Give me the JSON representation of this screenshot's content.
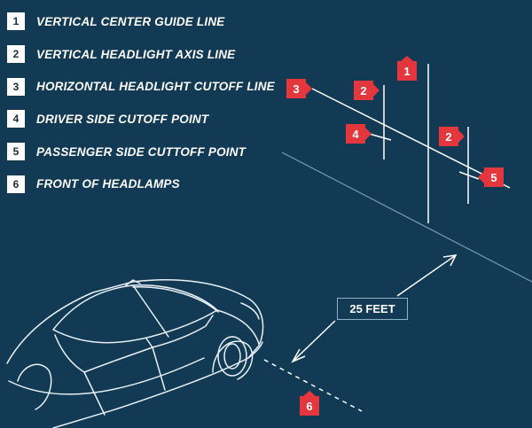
{
  "legend": [
    {
      "num": "1",
      "label": "VERTICAL CENTER GUIDE LINE"
    },
    {
      "num": "2",
      "label": "VERTICAL HEADLIGHT AXIS LINE"
    },
    {
      "num": "3",
      "label": "HORIZONTAL HEADLIGHT CUTOFF LINE"
    },
    {
      "num": "4",
      "label": "DRIVER SIDE CUTOFF POINT"
    },
    {
      "num": "5",
      "label": "PASSENGER SIDE CUTTOFF POINT"
    },
    {
      "num": "6",
      "label": "FRONT OF HEADLAMPS"
    }
  ],
  "callouts": {
    "c1": "1",
    "c2a": "2",
    "c2b": "2",
    "c3": "3",
    "c4": "4",
    "c5": "5",
    "c6": "6"
  },
  "distance_label": "25 FEET",
  "colors": {
    "background": "#123a55",
    "accent": "#e3373d",
    "line": "#ffffff",
    "wall": "#7f9fb4"
  }
}
